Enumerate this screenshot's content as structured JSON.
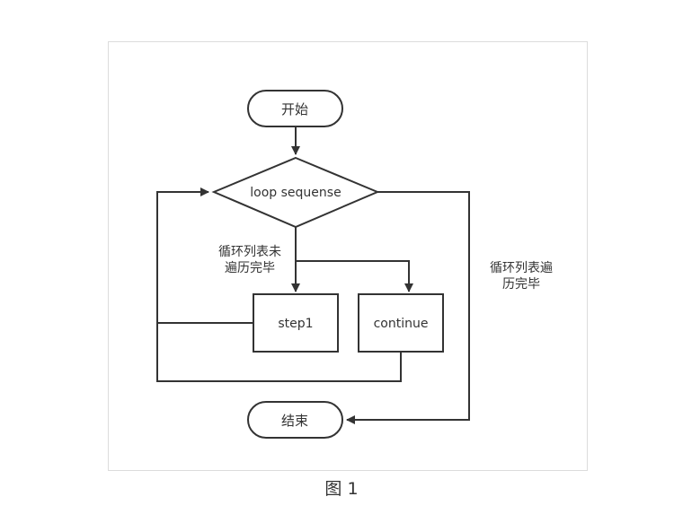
{
  "diagram": {
    "start": "开始",
    "loop": "loop sequense",
    "not_done": [
      "循环列表未",
      "遍历完毕"
    ],
    "done": [
      "循环列表遍",
      "历完毕"
    ],
    "step1": "step1",
    "continue": "continue",
    "end": "结束"
  },
  "caption": "图 1"
}
